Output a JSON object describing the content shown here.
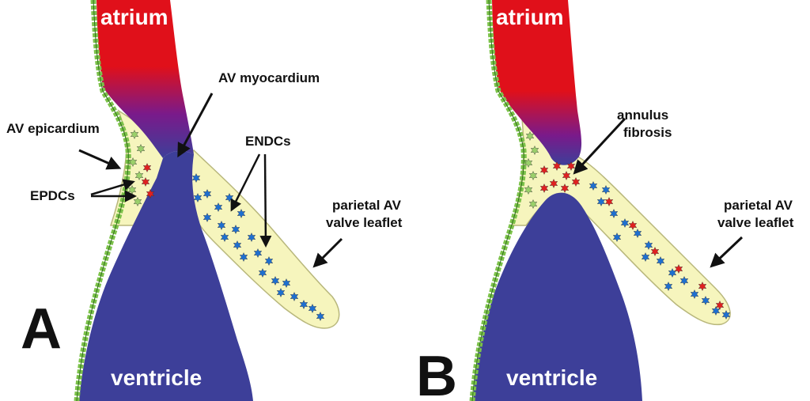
{
  "panels": [
    {
      "letter": "A",
      "atrium_label": "atrium",
      "ventricle_label": "ventricle",
      "labels": {
        "av_myocardium": "AV myocardium",
        "av_epicardium": "AV epicardium",
        "epdcs": "EPDCs",
        "endcs": "ENDCs",
        "leaflet_line1": "parietal AV",
        "leaflet_line2": "valve leaflet"
      }
    },
    {
      "letter": "B",
      "atrium_label": "atrium",
      "ventricle_label": "ventricle",
      "labels": {
        "annulus_line1": "annulus",
        "annulus_line2": "fibrosis",
        "leaflet_line1": "parietal AV",
        "leaflet_line2": "valve leaflet"
      }
    }
  ],
  "colors": {
    "atrium": "#e0101a",
    "ventricle": "#3d3f99",
    "cushion": "#f6f5bd",
    "cushion_edge": "#b8b77c",
    "epicardium": "#7cc24a",
    "epdc_green": "#9ad06a",
    "cell_red": "#e02020",
    "cell_blue": "#1e6fd0"
  }
}
